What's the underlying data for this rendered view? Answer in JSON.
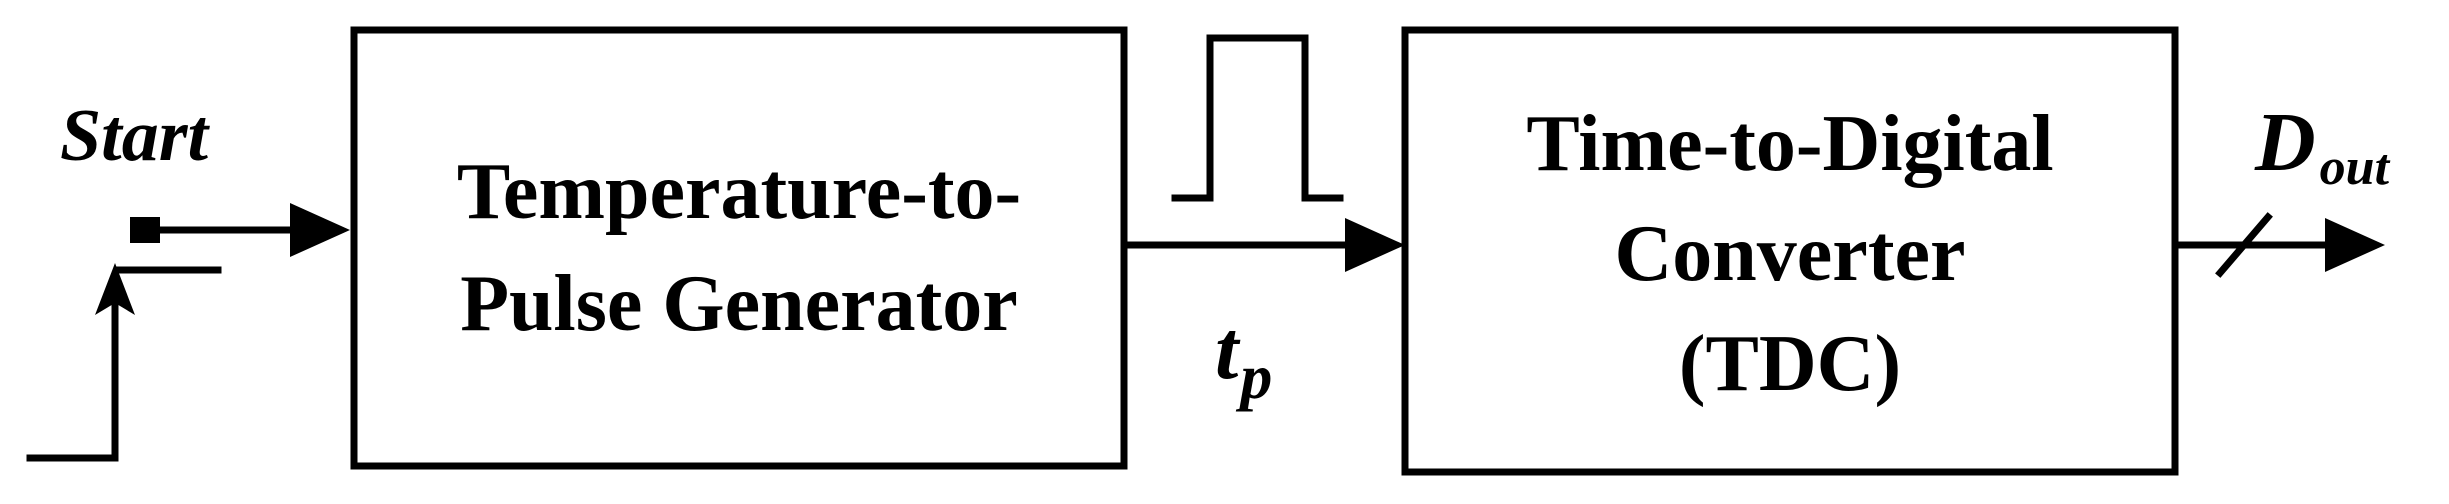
{
  "blocks": {
    "tpg": {
      "line1": "Temperature-to-",
      "line2": "Pulse Generator"
    },
    "tdc": {
      "line1": "Time-to-Digital",
      "line2": "Converter",
      "line3": "(TDC)"
    }
  },
  "signals": {
    "start": "Start",
    "tp_main": "t",
    "tp_sub": "p",
    "dout_main": "D",
    "dout_sub": "out"
  }
}
